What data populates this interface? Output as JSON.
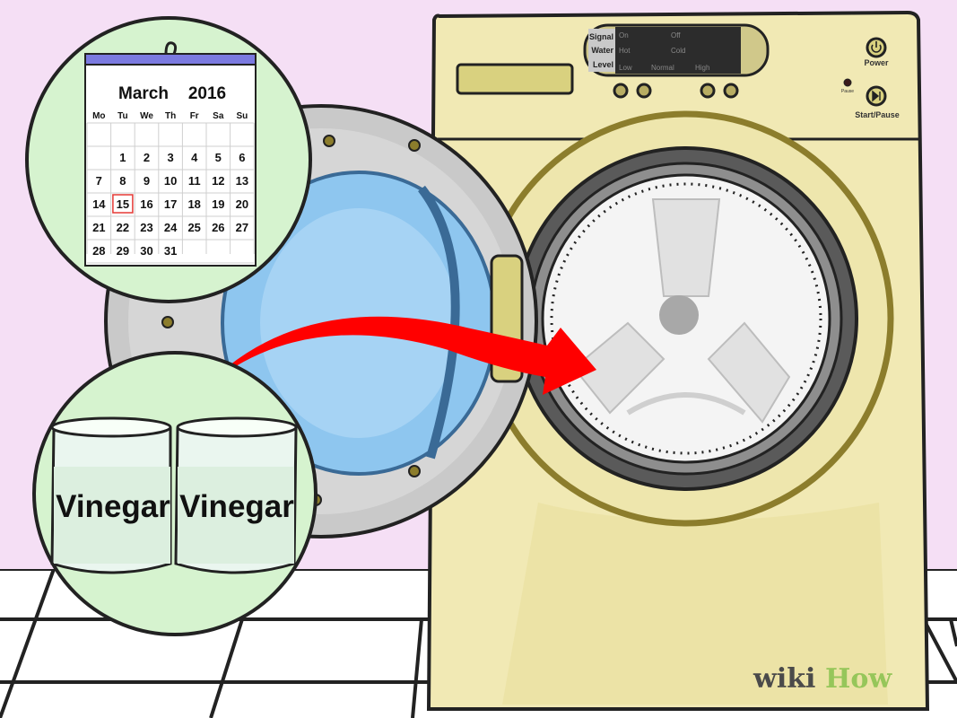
{
  "calendar": {
    "month_label": "March",
    "year_label": "2016",
    "weekdays": [
      "Mo",
      "Tu",
      "We",
      "Th",
      "Fr",
      "Sa",
      "Su"
    ],
    "weeks": [
      [
        "",
        "1",
        "2",
        "3",
        "4",
        "5",
        "6"
      ],
      [
        "7",
        "8",
        "9",
        "10",
        "11",
        "12",
        "13"
      ],
      [
        "14",
        "15",
        "16",
        "17",
        "18",
        "19",
        "20"
      ],
      [
        "21",
        "22",
        "23",
        "24",
        "25",
        "26",
        "27"
      ],
      [
        "28",
        "29",
        "30",
        "31",
        "",
        "",
        ""
      ]
    ],
    "highlighted_day": "15",
    "highlight_color": "#e53935"
  },
  "jars": {
    "left_label": "Vinegar",
    "right_label": "Vinegar"
  },
  "washer": {
    "panel": {
      "signal_label": "Signal",
      "water_label": "Water",
      "level_label": "Level",
      "signal_on": "On",
      "signal_off": "Off",
      "water_hot": "Hot",
      "water_cold": "Cold",
      "level_low": "Low",
      "level_normal": "Normal",
      "level_high": "High"
    },
    "power_label": "Power",
    "start_label": "Start/Pause",
    "pause_indicator_label": "Pause",
    "body_color": "#f1e9b4",
    "trim_color": "#8c7d2c"
  },
  "arrow_color": "#ff0000",
  "watermark": {
    "wiki": "wiki",
    "how": "How"
  }
}
